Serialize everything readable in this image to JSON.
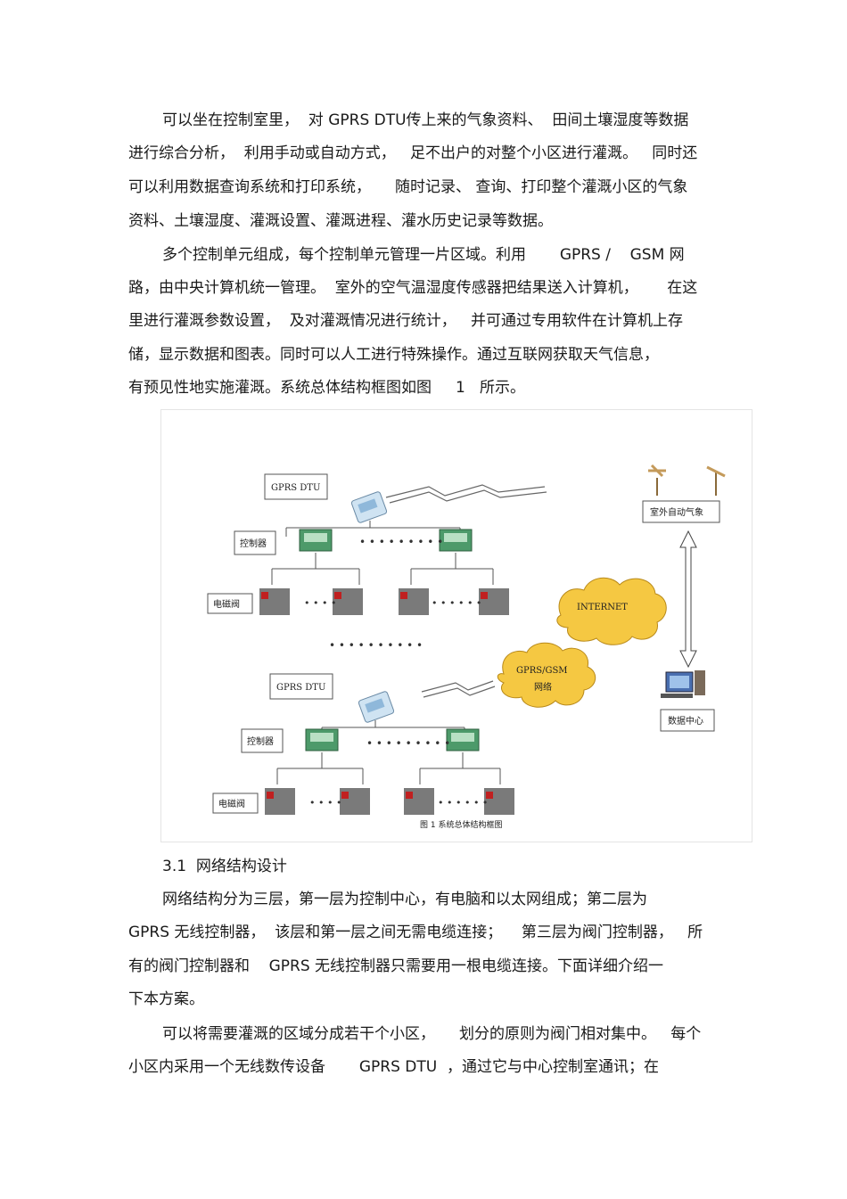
{
  "paragraph1": {
    "lines": [
      "可以坐在控制室里，  对 GPRS DTU传上来的气象资料、  田间土壤湿度等数据",
      "进行综合分析，  利用手动或自动方式，   足不出户的对整个小区进行灌溉。   同时还",
      "可以利用数据查询系统和打印系统，     随时记录、 查询、打印整个灌溉小区的气象",
      "资料、土壤湿度、灌溉设置、灌溉进程、灌水历史记录等数据。"
    ]
  },
  "paragraph2": {
    "lines": [
      "多个控制单元组成，每个控制单元管理一片区域。利用       GPRS /    GSM 网",
      "路，由中央计算机统一管理。  室外的空气温湿度传感器把结果送入计算机，      在这",
      "里进行灌溉参数设置，  及对灌溉情况进行统计，   并可通过专用软件在计算机上存",
      "储，显示数据和图表。同时可以人工进行特殊操作。通过互联网获取天气信息，",
      "有预见性地实施灌溉。系统总体结构框图如图     1   所示。"
    ]
  },
  "figure": {
    "labels": {
      "gprs_dtu_top": "GPRS DTU",
      "gprs_dtu_bottom": "GPRS DTU",
      "controller_top": "控制器",
      "controller_bottom": "控制器",
      "valve_top": "电磁阀",
      "valve_bottom": "电磁阀",
      "weather_station": "室外自动气象",
      "internet": "INTERNET",
      "gprs_gsm_line1": "GPRS/GSM",
      "gprs_gsm_line2": "网络",
      "data_center": "数据中心",
      "caption": "图 1   系统总体结构框图"
    }
  },
  "section": {
    "heading": "3.1  网络结构设计"
  },
  "paragraph3": {
    "lines": [
      "网络结构分为三层，第一层为控制中心，有电脑和以太网组成；第二层为",
      "GPRS 无线控制器，  该层和第一层之间无需电缆连接；    第三层为阀门控制器，   所",
      "有的阀门控制器和    GPRS 无线控制器只需要用一根电缆连接。下面详细介绍一",
      "下本方案。"
    ]
  },
  "paragraph4": {
    "lines": [
      "可以将需要灌溉的区域分成若干个小区，     划分的原则为阀门相对集中。   每个",
      "小区内采用一个无线数传设备       GPRS DTU  ，通过它与中心控制室通讯；在"
    ]
  }
}
